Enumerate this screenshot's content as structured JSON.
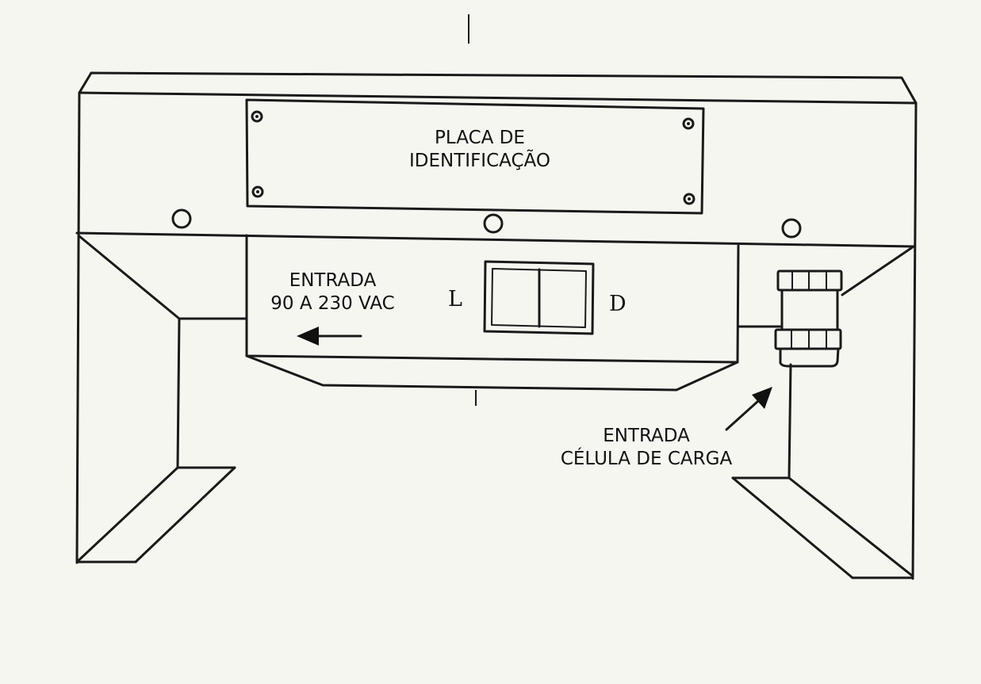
{
  "diagram": {
    "plate": {
      "line1": "PLACA DE",
      "line2": "IDENTIFICAÇÃO"
    },
    "power_input": {
      "line1": "ENTRADA",
      "line2": "90 A 230 VAC"
    },
    "switch": {
      "left_label": "L",
      "right_label": "D"
    },
    "load_cell_input": {
      "line1": "ENTRADA",
      "line2": "CÉLULA DE CARGA"
    }
  }
}
